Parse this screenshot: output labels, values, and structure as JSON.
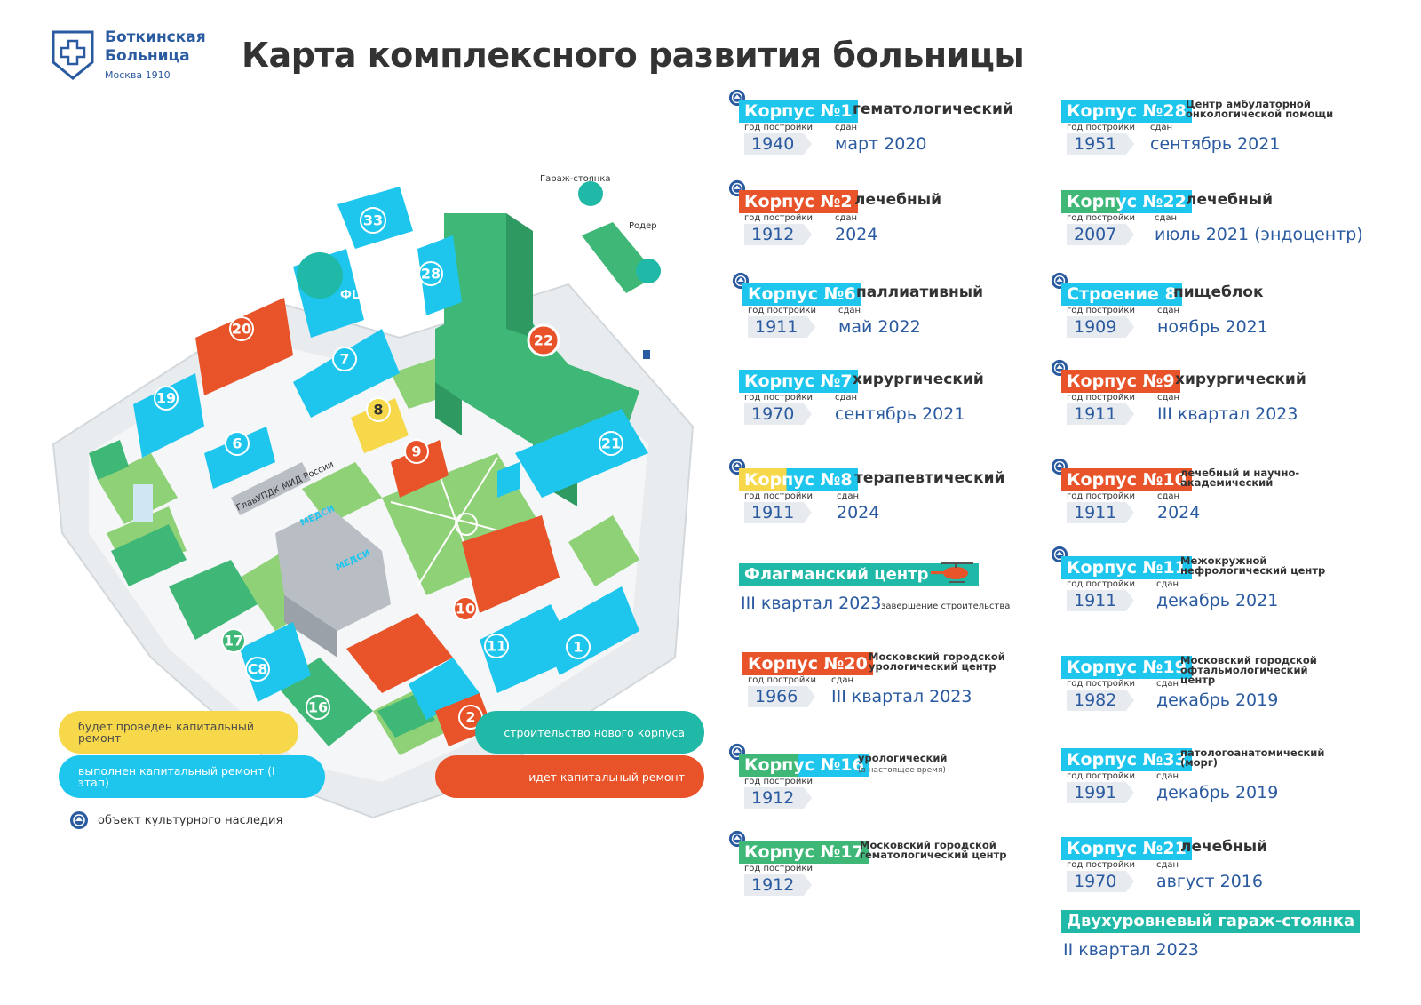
{
  "logo": {
    "line1": "Боткинская",
    "line2": "Больница",
    "city": "Москва 1910"
  },
  "title": "Карта комплексного развития больницы",
  "colors": {
    "blue": "#1ec6ee",
    "red": "#e8532a",
    "yellow": "#f7d84a",
    "green": "#3fb877",
    "teal": "#20b8a6",
    "brand": "#2a5aa0"
  },
  "map": {
    "labels": {
      "garage": "Гараж-стоянка",
      "roder": "Родер",
      "upd": "ГлавУПДК МИД России",
      "fc": "ФЦ",
      "medsi1": "МЕДСИ",
      "medsi2": "МЕДСИ"
    },
    "buildings": [
      "33",
      "28",
      "20",
      "7",
      "22",
      "19",
      "8",
      "6",
      "9",
      "21",
      "10",
      "11",
      "1",
      "17",
      "C8",
      "16",
      "2"
    ]
  },
  "legend": {
    "yellow": "будет проведен капитальный ремонт",
    "blue": "выполнен капитальный ремонт (I этап)",
    "teal": "строительство нового корпуса",
    "red": "идет капитальный ремонт",
    "heritage": "объект культурного наследия"
  },
  "labels": {
    "built": "год постройки",
    "done": "сдан"
  },
  "cards": [
    {
      "name": "Корпус №1",
      "type": "гематологический",
      "year": "1940",
      "date": "март 2020"
    },
    {
      "name": "Корпус №2",
      "type": "лечебный",
      "year": "1912",
      "date": "2024"
    },
    {
      "name": "Корпус №6",
      "type": "паллиативный",
      "year": "1911",
      "date": "май 2022"
    },
    {
      "name": "Корпус №7",
      "type": "хирургический",
      "year": "1970",
      "date": "сентябрь 2021"
    },
    {
      "name": "Корпус №8",
      "type": "терапевтический",
      "year": "1911",
      "date": "2024"
    },
    {
      "name": "Корпус №20",
      "type": "Московский городской урологический центр",
      "year": "1966",
      "date": "III квартал 2023"
    },
    {
      "name": "Корпус №16",
      "type": "урологический",
      "type_note": "(в настоящее время)",
      "year": "1912"
    },
    {
      "name": "Корпус №17",
      "type": "Московский городской гематологический центр",
      "year": "1912"
    },
    {
      "name": "Корпус №28",
      "type": "Центр амбулаторной онкологической помощи",
      "year": "1951",
      "date": "сентябрь 2021"
    },
    {
      "name": "Корпус №22",
      "type": "лечебный",
      "year": "2007",
      "date": "июль 2021 (эндоцентр)"
    },
    {
      "name": "Строение 8",
      "type": "пищеблок",
      "year": "1909",
      "date": "ноябрь 2021"
    },
    {
      "name": "Корпус №9",
      "type": "хирургический",
      "year": "1911",
      "date": "III квартал 2023"
    },
    {
      "name": "Корпус №10",
      "type": "лечебный и научно-академический",
      "year": "1911",
      "date": "2024"
    },
    {
      "name": "Корпус №11",
      "type": "Межокружной нефрологический центр",
      "year": "1911",
      "date": "декабрь 2021"
    },
    {
      "name": "Корпус №19",
      "type": "Московский городской офтальмологический центр",
      "year": "1982",
      "date": "декабрь 2019"
    },
    {
      "name": "Корпус №33",
      "type": "патологоанатомический (морг)",
      "year": "1991",
      "date": "декабрь 2019"
    },
    {
      "name": "Корпус №21",
      "type": "лечебный",
      "year": "1970",
      "date": "август 2016"
    }
  ],
  "flagship": {
    "name": "Флагманский центр",
    "date": "III квартал 2023",
    "note": "завершение строительства"
  },
  "garage": {
    "name": "Двухуровневый гараж-стоянка",
    "date": "II квартал 2023"
  }
}
